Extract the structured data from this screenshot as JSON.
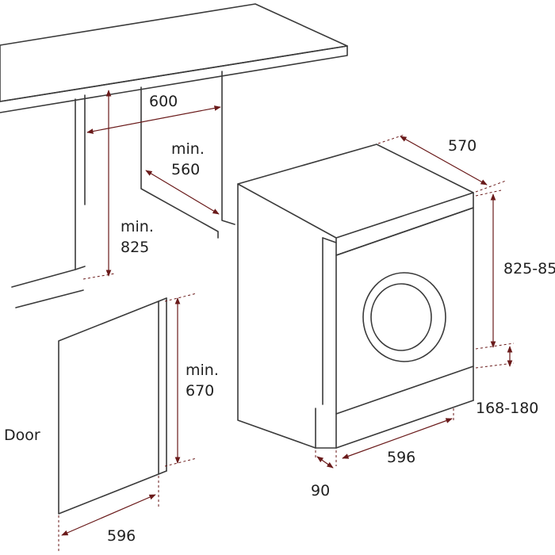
{
  "dimension_labels": {
    "cabinet_width": "600",
    "min_depth_word": "min.",
    "min_depth_value": "560",
    "min_height_word": "min.",
    "min_height_value": "825",
    "machine_depth": "570",
    "machine_height": "825-85",
    "plinth_range": "168-180",
    "machine_width": "596",
    "base_offset": "90",
    "door_height_word": "min.",
    "door_height_value": "670",
    "door_width": "596"
  },
  "door": {
    "label": "Door"
  },
  "colors": {
    "outline": "#3a3a3a",
    "dimension": "#6a1a1a",
    "text": "#1f1f1f"
  }
}
